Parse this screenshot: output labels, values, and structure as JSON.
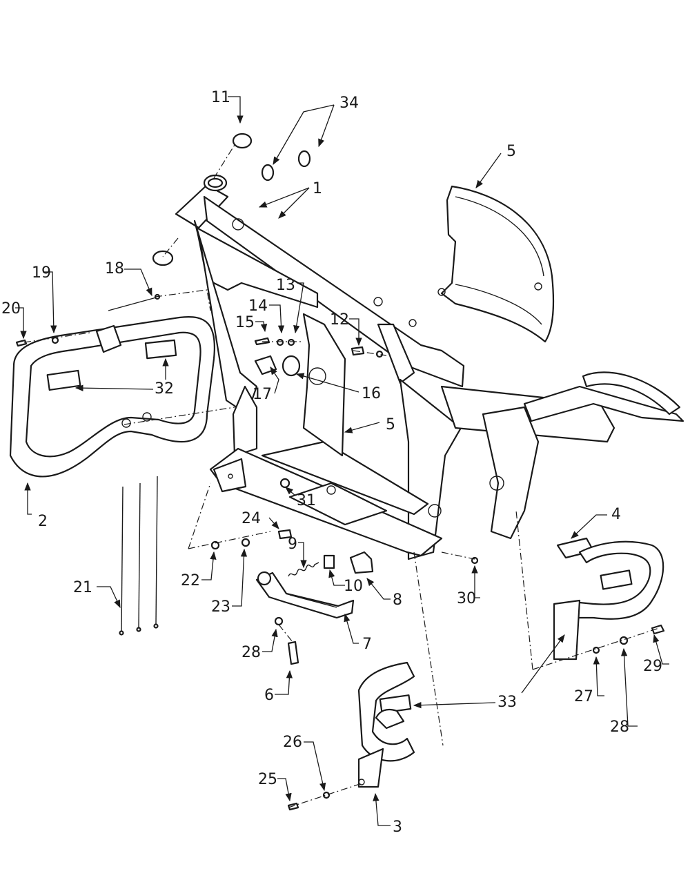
{
  "diagram": {
    "callouts": [
      {
        "id": "c1",
        "label": "1"
      },
      {
        "id": "c2",
        "label": "2"
      },
      {
        "id": "c3",
        "label": "3"
      },
      {
        "id": "c4",
        "label": "4"
      },
      {
        "id": "c5a",
        "label": "5"
      },
      {
        "id": "c5b",
        "label": "5"
      },
      {
        "id": "c6",
        "label": "6"
      },
      {
        "id": "c7",
        "label": "7"
      },
      {
        "id": "c8",
        "label": "8"
      },
      {
        "id": "c9",
        "label": "9"
      },
      {
        "id": "c10",
        "label": "10"
      },
      {
        "id": "c11",
        "label": "11"
      },
      {
        "id": "c12",
        "label": "12"
      },
      {
        "id": "c13",
        "label": "13"
      },
      {
        "id": "c14",
        "label": "14"
      },
      {
        "id": "c15",
        "label": "15"
      },
      {
        "id": "c16",
        "label": "16"
      },
      {
        "id": "c17",
        "label": "17"
      },
      {
        "id": "c18",
        "label": "18"
      },
      {
        "id": "c19",
        "label": "19"
      },
      {
        "id": "c20",
        "label": "20"
      },
      {
        "id": "c21",
        "label": "21"
      },
      {
        "id": "c22",
        "label": "22"
      },
      {
        "id": "c23",
        "label": "23"
      },
      {
        "id": "c24",
        "label": "24"
      },
      {
        "id": "c25",
        "label": "25"
      },
      {
        "id": "c26",
        "label": "26"
      },
      {
        "id": "c27",
        "label": "27"
      },
      {
        "id": "c28a",
        "label": "28"
      },
      {
        "id": "c28b",
        "label": "28"
      },
      {
        "id": "c29",
        "label": "29"
      },
      {
        "id": "c30",
        "label": "30"
      },
      {
        "id": "c31",
        "label": "31"
      },
      {
        "id": "c32",
        "label": "32"
      },
      {
        "id": "c33",
        "label": "33"
      },
      {
        "id": "c34",
        "label": "34"
      }
    ]
  }
}
